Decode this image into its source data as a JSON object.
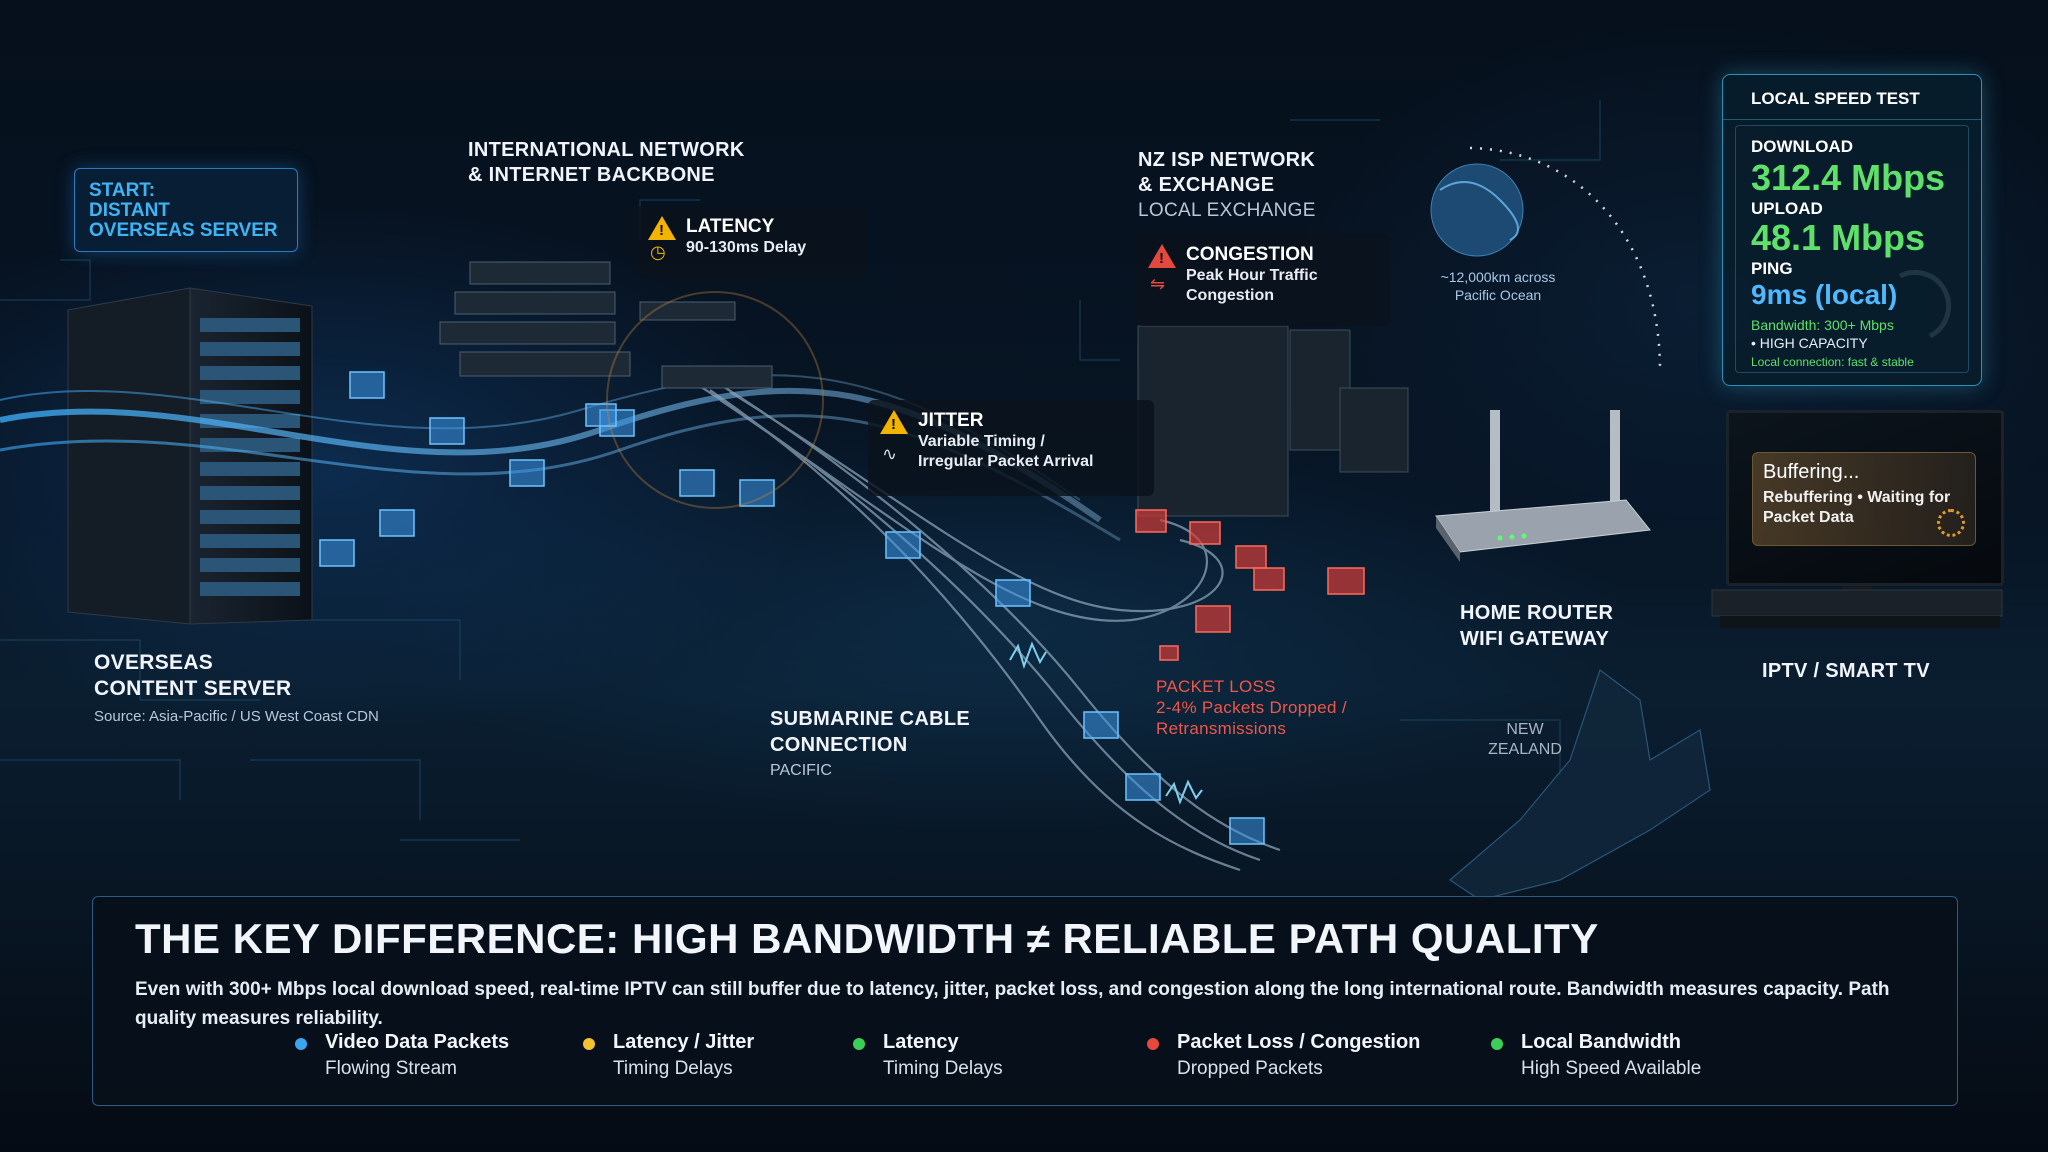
{
  "start_box": {
    "text": "START:\nDISTANT\nOVERSEAS SERVER"
  },
  "international": {
    "line1": "INTERNATIONAL NETWORK",
    "line2": "& INTERNET BACKBONE"
  },
  "latency_callout": {
    "title": "LATENCY",
    "detail": "90-130ms Delay"
  },
  "jitter_callout": {
    "title": "JITTER",
    "detail1": "Variable Timing /",
    "detail2": "Irregular Packet Arrival"
  },
  "nz_isp": {
    "line1": "NZ ISP NETWORK",
    "line2": "& EXCHANGE",
    "sub": "LOCAL EXCHANGE"
  },
  "congestion_callout": {
    "title": "CONGESTION",
    "detail1": "Peak Hour Traffic",
    "detail2": "Congestion"
  },
  "ocean": {
    "line1": "~12,000km across",
    "line2": "Pacific Ocean"
  },
  "overseas_server": {
    "line1": "OVERSEAS",
    "line2": "CONTENT SERVER",
    "source": "Source: Asia-Pacific / US West Coast CDN"
  },
  "submarine": {
    "line1": "SUBMARINE CABLE",
    "line2": "CONNECTION",
    "sub": "PACIFIC"
  },
  "packet_loss": {
    "title": "PACKET LOSS",
    "detail1": "2-4% Packets Dropped /",
    "detail2": "Retransmissions"
  },
  "new_zealand": {
    "line1": "NEW",
    "line2": "ZEALAND"
  },
  "router": {
    "line1": "HOME ROUTER",
    "line2": "WIFI GATEWAY"
  },
  "tv": {
    "label": "IPTV / SMART TV",
    "buffer_title": "Buffering...",
    "buffer_line1": "Rebuffering • Waiting for",
    "buffer_line2": "Packet Data"
  },
  "speed_test": {
    "header": "LOCAL SPEED TEST",
    "download_label": "DOWNLOAD",
    "download_value": "312.4 Mbps",
    "upload_label": "UPLOAD",
    "upload_value": "48.1 Mbps",
    "ping_label": "PING",
    "ping_value": "9ms (local)",
    "bandwidth": "Bandwidth: 300+ Mbps",
    "capacity": "• HIGH CAPACITY",
    "note": "Local connection: fast & stable"
  },
  "bottom": {
    "title": "THE KEY DIFFERENCE: HIGH BANDWIDTH ≠ RELIABLE PATH QUALITY",
    "body": "Even with 300+ Mbps local download speed, real-time IPTV can still buffer due to latency, jitter, packet loss, and congestion along the long international route. Bandwidth measures capacity. Path quality measures reliability."
  },
  "legend": [
    {
      "title": "Video Data Packets",
      "sub": "Flowing Stream",
      "color": "#3aa6f0"
    },
    {
      "title": "Latency / Jitter",
      "sub": "Timing Delays",
      "color": "#f2c230"
    },
    {
      "title": "Latency",
      "sub": "Timing Delays",
      "color": "#3ccf58"
    },
    {
      "title": "Packet Loss / Congestion",
      "sub": "Dropped Packets",
      "color": "#e5483c"
    },
    {
      "title": "Local Bandwidth",
      "sub": "High Speed Available",
      "color": "#3ccf58"
    }
  ],
  "colors": {
    "accent_blue": "#3fb4f5",
    "speed_green": "#5ee06a",
    "loss_red": "#e5483c",
    "warn_yellow": "#f2b400"
  }
}
